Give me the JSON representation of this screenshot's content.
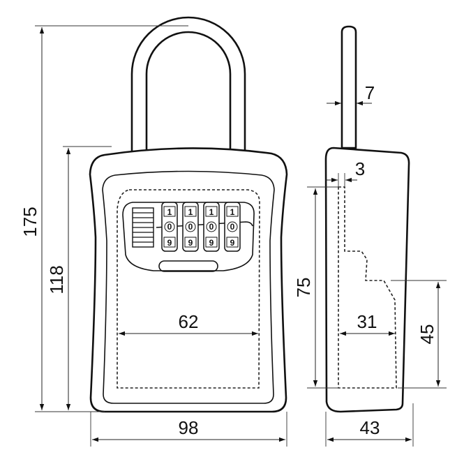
{
  "dimensions": {
    "total_height": "175",
    "body_height": "118",
    "inner_width": "62",
    "body_width": "98",
    "shackle_diameter": "7",
    "wall_thickness": "3",
    "inner_height": "75",
    "inner_depth": "31",
    "lower_inner_height": "45",
    "body_depth": "43"
  },
  "dials": [
    {
      "top": "1",
      "middle": "0",
      "bottom": "9"
    },
    {
      "top": "1",
      "middle": "0",
      "bottom": "9"
    },
    {
      "top": "1",
      "middle": "0",
      "bottom": "9"
    },
    {
      "top": "1",
      "middle": "0",
      "bottom": "9"
    }
  ]
}
